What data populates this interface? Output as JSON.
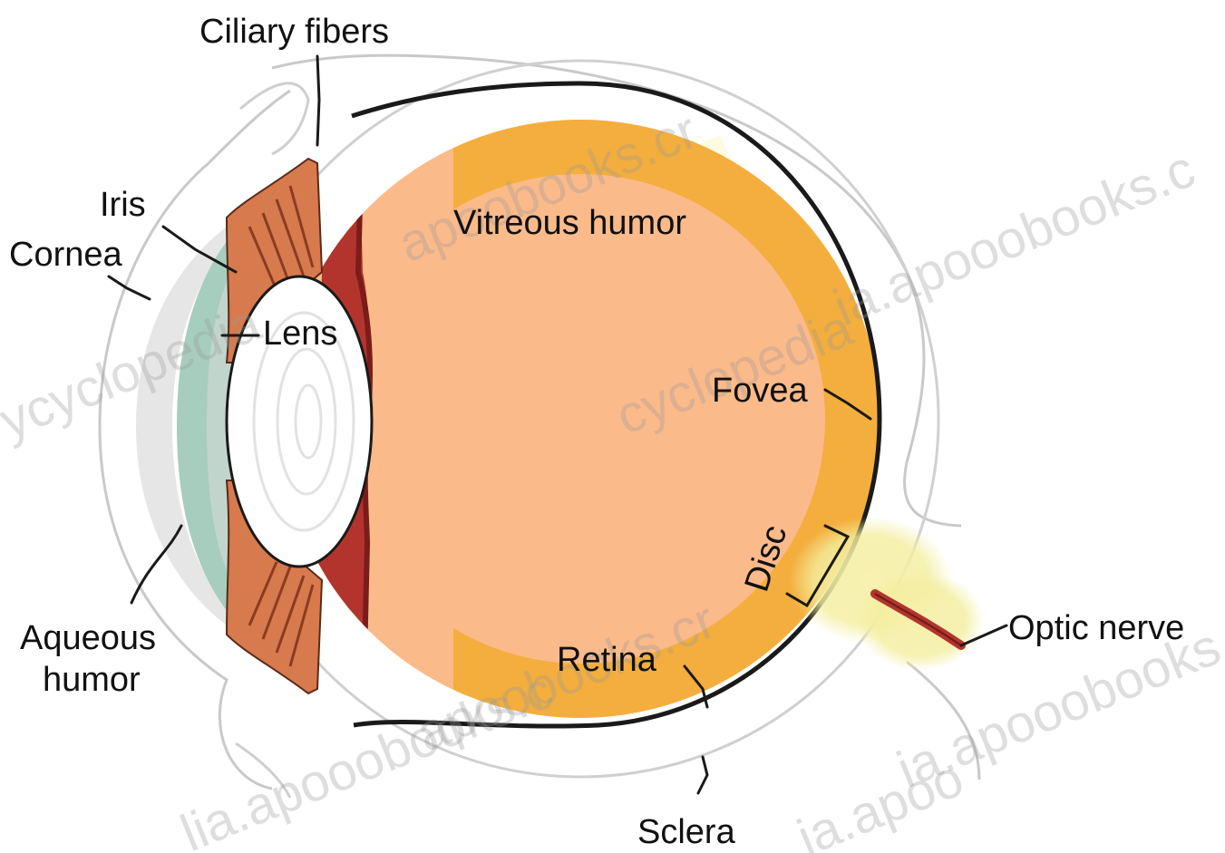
{
  "labels": {
    "ciliary_fibers": "Ciliary fibers",
    "iris": "Iris",
    "cornea": "Cornea",
    "lens": "Lens",
    "vitreous_humor": "Vitreous humor",
    "fovea": "Fovea",
    "disc": "Disc",
    "optic_nerve": "Optic nerve",
    "aqueous_humor_line1": "Aqueous",
    "aqueous_humor_line2": "humor",
    "retina": "Retina",
    "sclera": "Sclera"
  },
  "watermarks": [
    "apoobooks.cr",
    "ia.apooobooks.c",
    "ia.apooobooks.c",
    "lia.apooobooks.c",
    "ycyclopedia",
    "cyclopedia",
    "apoobooks.cr",
    "ia.apoo"
  ],
  "colors": {
    "vitreous": "#fbba8a",
    "retina_band": "#f4ae3d",
    "choroid": "#b3342d",
    "cornea_teal": "#a6cdbd",
    "lens": "#ffffff",
    "iris": "#d77a4e",
    "optic_glow": "#f3ee9e",
    "outline": "#1a1a1a"
  }
}
